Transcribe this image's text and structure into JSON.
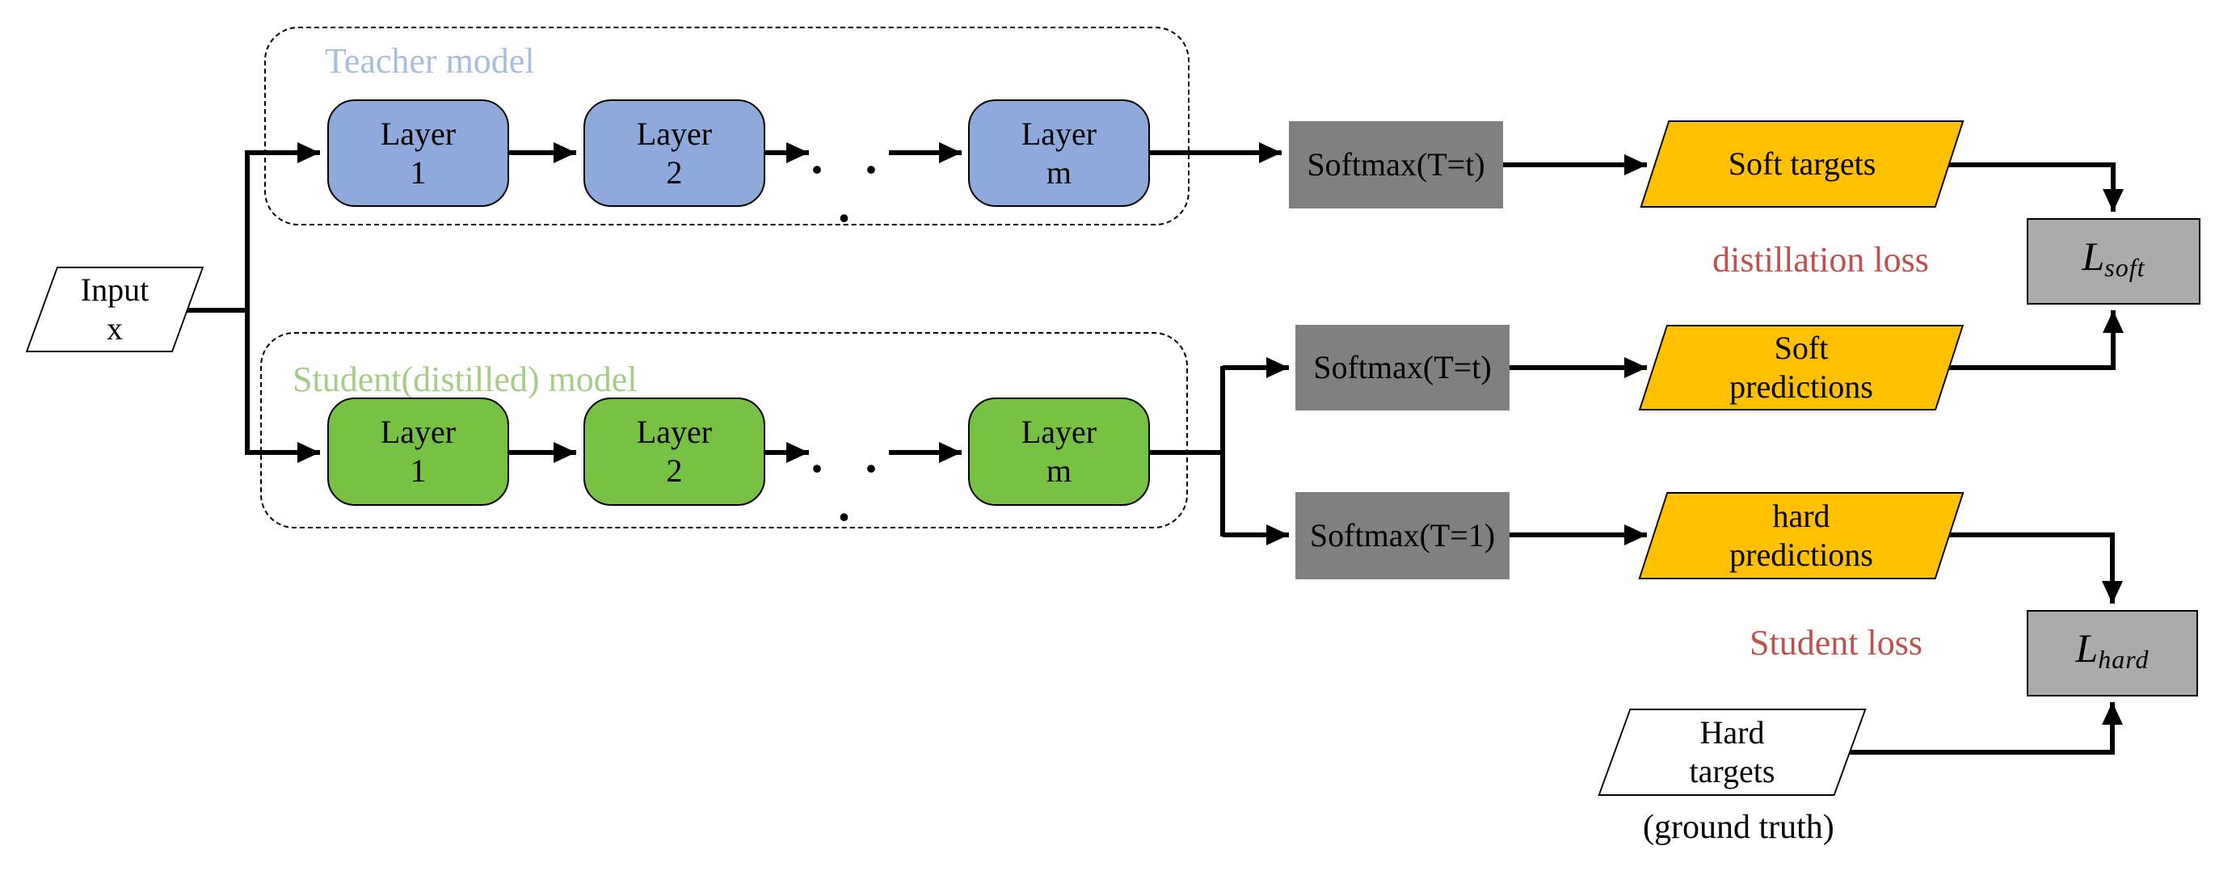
{
  "colors": {
    "teacher_fill": "#8EAADB",
    "student_fill": "#77C144",
    "teacher_label": "#A8BEDD",
    "student_label": "#A6CC85",
    "softmax_fill": "#808080",
    "loss_fill": "#ABABAB",
    "amber_fill": "#FFC000",
    "loss_text": "#C0504D"
  },
  "diagram": {
    "input": {
      "line1": "Input",
      "line2": "x"
    },
    "teacher": {
      "label": "Teacher model",
      "layers": [
        {
          "line1": "Layer",
          "line2": "1"
        },
        {
          "line1": "Layer",
          "line2": "2"
        },
        {
          "line1": "Layer",
          "line2": "m"
        }
      ],
      "ellipsis": "· · ·"
    },
    "student": {
      "label": "Student(distilled) model",
      "layers": [
        {
          "line1": "Layer",
          "line2": "1"
        },
        {
          "line1": "Layer",
          "line2": "2"
        },
        {
          "line1": "Layer",
          "line2": "m"
        }
      ],
      "ellipsis": "· · ·"
    },
    "softmax_teacher": "Softmax(T=t)",
    "softmax_student_t": "Softmax(T=t)",
    "softmax_student_1": "Softmax(T=1)",
    "soft_targets": "Soft targets",
    "soft_predictions": {
      "line1": "Soft",
      "line2": "predictions"
    },
    "hard_predictions": {
      "line1": "hard",
      "line2": "predictions"
    },
    "distillation_loss_label": "distillation loss",
    "student_loss_label": "Student loss",
    "l_soft": {
      "main": "L",
      "sub": "soft"
    },
    "l_hard": {
      "main": "L",
      "sub": "hard"
    },
    "hard_targets": {
      "line1": "Hard",
      "line2": "targets"
    },
    "ground_truth": "(ground truth)"
  }
}
